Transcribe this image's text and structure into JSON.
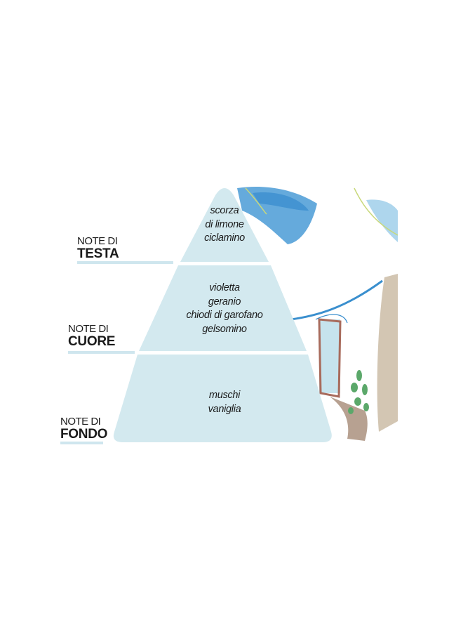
{
  "colors": {
    "pyramid": "#d3e9ef",
    "underline": "#cfe6ee",
    "text": "#1a1a1a"
  },
  "levels": [
    {
      "prefix": "NOTE DI",
      "name": "TESTA",
      "notes": [
        "scorza",
        "di limone",
        "ciclamino"
      ]
    },
    {
      "prefix": "NOTE DI",
      "name": "CUORE",
      "notes": [
        "violetta",
        "geranio",
        "chiodi di garofano",
        "gelsomino"
      ]
    },
    {
      "prefix": "NOTE DI",
      "name": "FONDO",
      "notes": [
        "muschi",
        "vaniglia"
      ]
    }
  ]
}
